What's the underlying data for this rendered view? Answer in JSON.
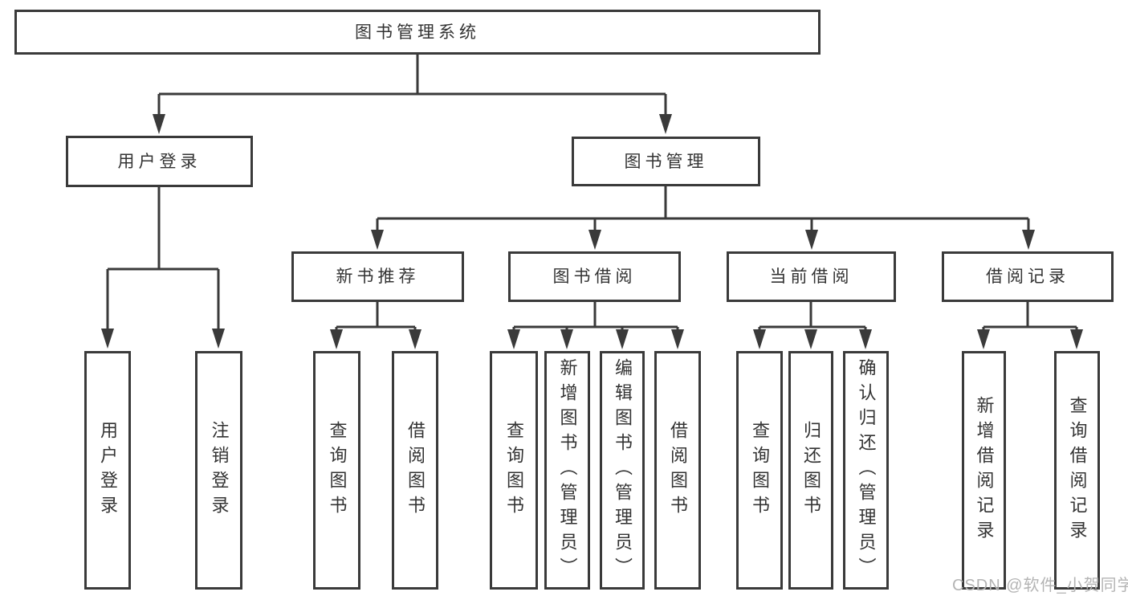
{
  "tree": {
    "root": {
      "label": "图书管理系统",
      "children": [
        {
          "label": "用户登录",
          "children": [
            {
              "label": "用户登录"
            },
            {
              "label": "注销登录"
            }
          ]
        },
        {
          "label": "图书管理",
          "children": [
            {
              "label": "新书推荐",
              "children": [
                {
                  "label": "查询图书"
                },
                {
                  "label": "借阅图书"
                }
              ]
            },
            {
              "label": "图书借阅",
              "children": [
                {
                  "label": "查询图书"
                },
                {
                  "label": "新增图书（管理员）"
                },
                {
                  "label": "编辑图书（管理员）"
                },
                {
                  "label": "借阅图书"
                }
              ]
            },
            {
              "label": "当前借阅",
              "children": [
                {
                  "label": "查询图书"
                },
                {
                  "label": "归还图书"
                },
                {
                  "label": "确认归还（管理员）"
                }
              ]
            },
            {
              "label": "借阅记录",
              "children": [
                {
                  "label": "新增借阅记录"
                },
                {
                  "label": "查询借阅记录"
                }
              ]
            }
          ]
        }
      ]
    }
  },
  "watermark": {
    "text": "CSDN @软件_小贺同学"
  },
  "colors": {
    "line": "#3a3a3a",
    "node_border": "#3a3a3a",
    "node_fill": "#ffffff",
    "text": "#333333",
    "watermark": "#b4b4b4",
    "background": "#ffffff"
  }
}
